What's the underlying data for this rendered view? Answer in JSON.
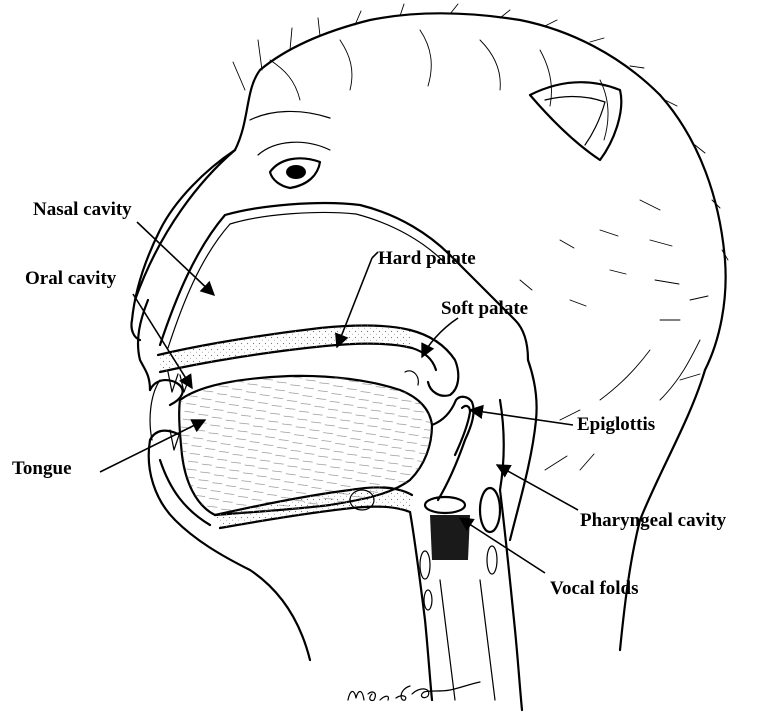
{
  "labels": {
    "nasal_cavity": "Nasal cavity",
    "oral_cavity": "Oral cavity",
    "hard_palate": "Hard palate",
    "soft_palate": "Soft palate",
    "epiglottis": "Epiglottis",
    "tongue": "Tongue",
    "pharyngeal_cavity": "Pharyngeal cavity",
    "vocal_folds": "Vocal folds"
  },
  "signature": "Madison Green"
}
